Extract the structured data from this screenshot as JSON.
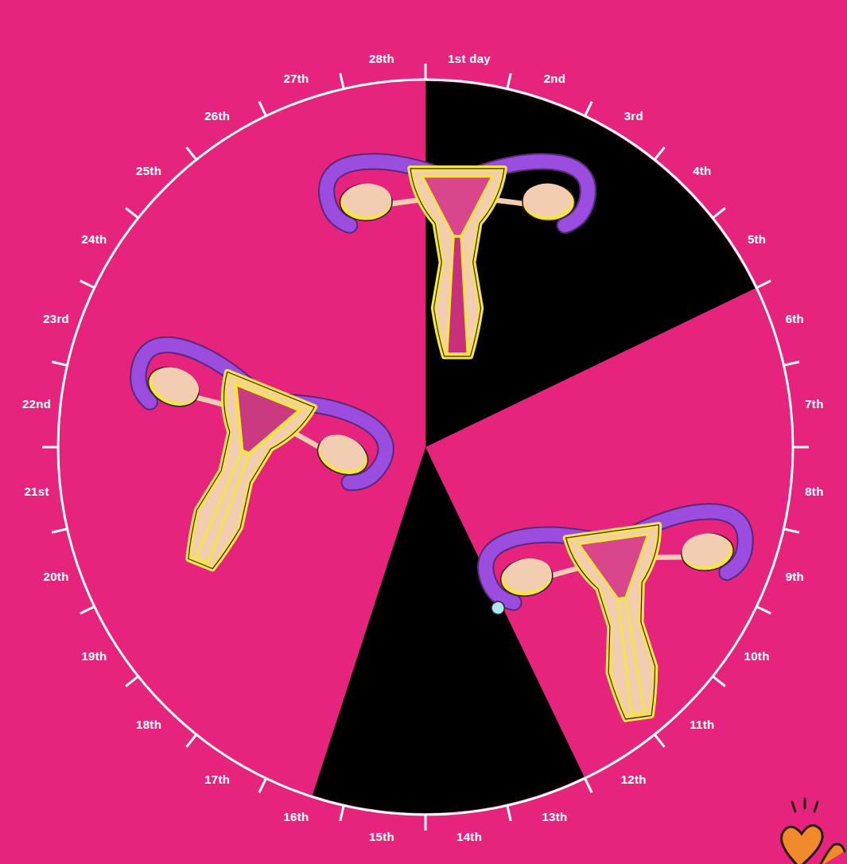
{
  "diagram": {
    "labels": [
      "1st day",
      "2nd",
      "3rd",
      "4th",
      "5th",
      "6th",
      "7th",
      "8th",
      "9th",
      "10th",
      "11th",
      "12th",
      "13th",
      "14th",
      "15th",
      "16th",
      "17th",
      "18th",
      "19th",
      "20th",
      "21st",
      "22nd",
      "23rd",
      "24th",
      "25th",
      "26th",
      "27th",
      "28th"
    ]
  }
}
